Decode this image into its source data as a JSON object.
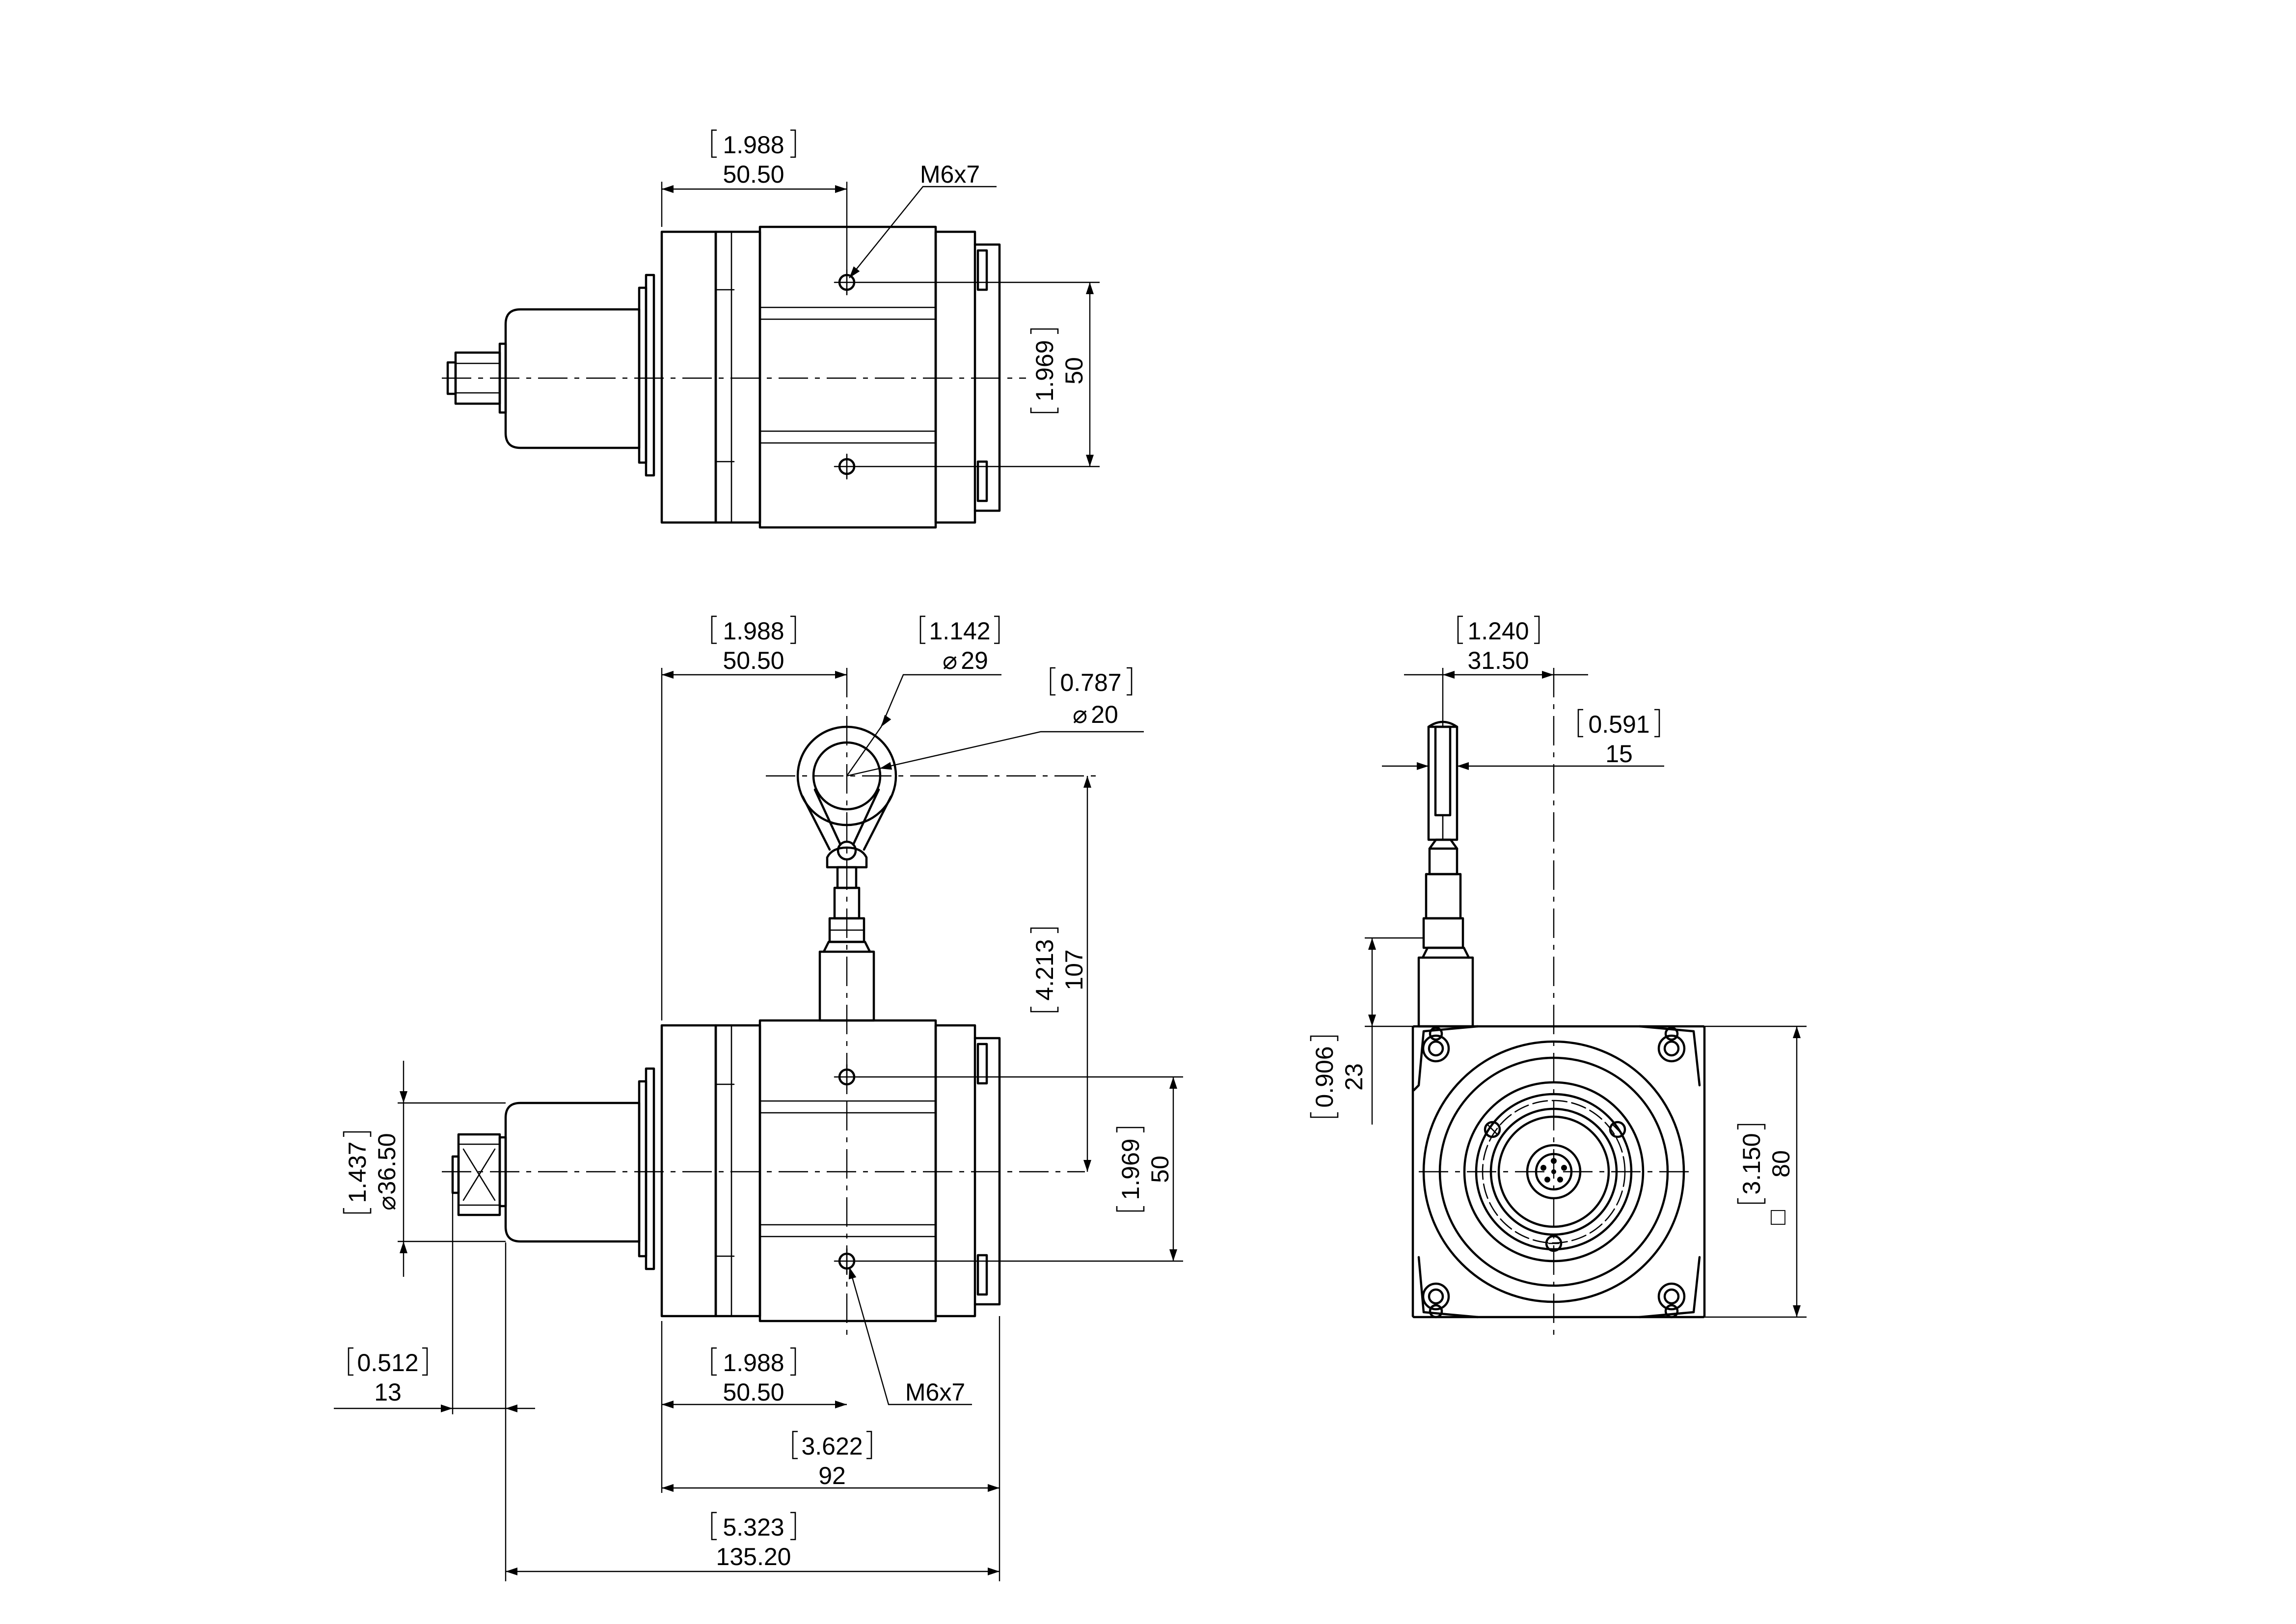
{
  "diagram": {
    "top_view": {
      "dim_horizontal": {
        "inch": "1.988",
        "mm": "50.50"
      },
      "dim_vertical": {
        "inch": "1.969",
        "mm": "50"
      },
      "thread_callout": "M6x7"
    },
    "front_view": {
      "dim_to_hole": {
        "inch": "1.988",
        "mm": "50.50"
      },
      "dim_eyelet_outer": {
        "inch": "1.142",
        "mm": "29",
        "symbol": "⌀"
      },
      "dim_eyelet_inner": {
        "inch": "0.787",
        "mm": "20",
        "symbol": "⌀"
      },
      "dim_eyelet_height": {
        "inch": "4.213",
        "mm": "107"
      },
      "dim_hole_spacing": {
        "inch": "1.969",
        "mm": "50"
      },
      "dim_connector_dia": {
        "inch": "1.437",
        "mm": "36.50",
        "symbol": "⌀"
      },
      "dim_connector_len": {
        "inch": "0.512",
        "mm": "13"
      },
      "dim_bottom_hole": {
        "inch": "1.988",
        "mm": "50.50"
      },
      "thread_callout": "M6x7",
      "dim_body_length": {
        "inch": "3.622",
        "mm": "92"
      },
      "dim_total_length": {
        "inch": "5.323",
        "mm": "135.20"
      }
    },
    "side_view": {
      "dim_cable_offset": {
        "inch": "1.240",
        "mm": "31.50"
      },
      "dim_cable_width": {
        "inch": "0.591",
        "mm": "15"
      },
      "dim_cable_height": {
        "inch": "0.906",
        "mm": "23"
      },
      "dim_square": {
        "inch": "3.150",
        "mm": "80",
        "symbol": "□"
      }
    }
  }
}
